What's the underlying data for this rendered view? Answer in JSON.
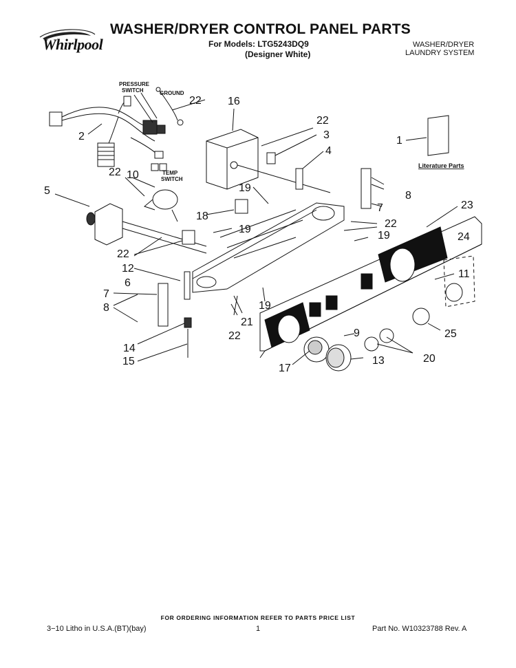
{
  "header": {
    "brand": "Whirlpool",
    "title": "WASHER/DRYER CONTROL PANEL PARTS",
    "models_line": "For Models: LTG5243DQ9",
    "color_line": "(Designer White)",
    "system_line1": "WASHER/DRYER",
    "system_line2": "LAUNDRY SYSTEM"
  },
  "diagram": {
    "labels": {
      "pressure_switch_1": "PRESSURE",
      "pressure_switch_2": "SWITCH",
      "ground": "GROUND",
      "temp_switch_1": "TEMP",
      "temp_switch_2": "SWITCH",
      "literature_parts": "Literature Parts"
    },
    "callouts": [
      "1",
      "2",
      "3",
      "4",
      "5",
      "6",
      "7",
      "8",
      "9",
      "10",
      "11",
      "12",
      "13",
      "14",
      "15",
      "16",
      "17",
      "18",
      "19",
      "20",
      "21",
      "22",
      "23",
      "24",
      "25"
    ]
  },
  "footer": {
    "ordering_note": "FOR ORDERING INFORMATION REFER TO PARTS PRICE LIST",
    "litho": "3−10 Litho in U.S.A.(BT)(bay)",
    "page": "1",
    "part_no": "Part No. W10323788 Rev. A"
  }
}
